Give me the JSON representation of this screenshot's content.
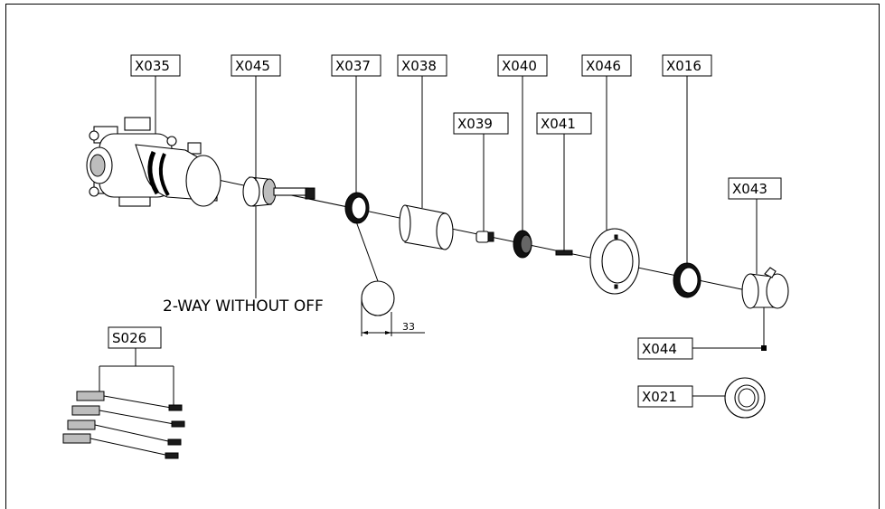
{
  "labels": {
    "X035": "X035",
    "X045": "X045",
    "X037": "X037",
    "X038": "X038",
    "X040": "X040",
    "X046": "X046",
    "X016": "X016",
    "X039": "X039",
    "X041": "X041",
    "X043": "X043",
    "X044": "X044",
    "X021": "X021",
    "S026": "S026"
  },
  "note": "2-WAY WITHOUT OFF",
  "dimension": "33"
}
